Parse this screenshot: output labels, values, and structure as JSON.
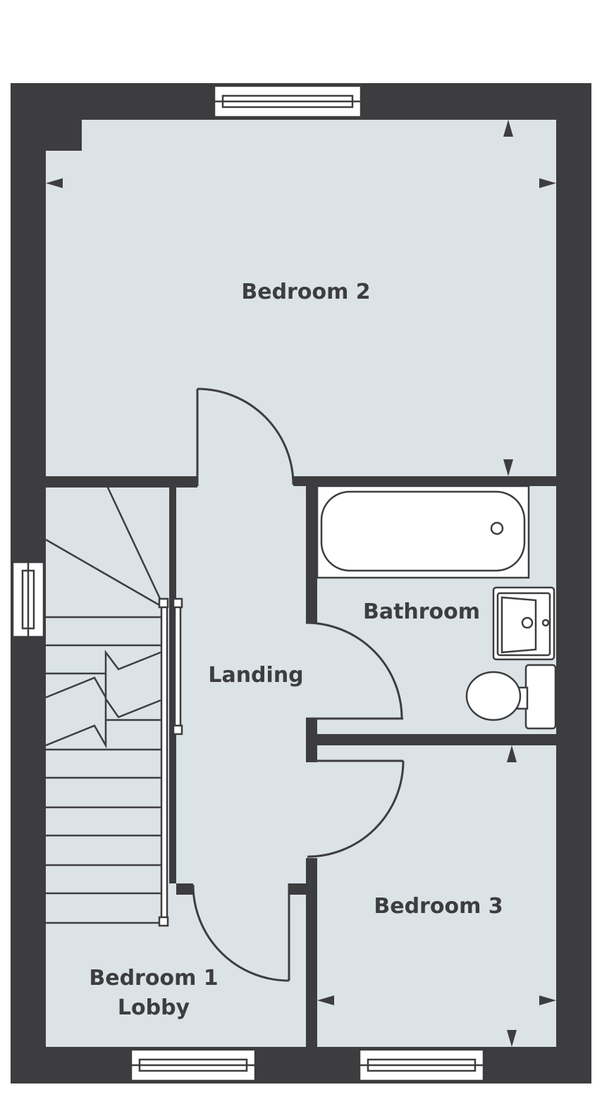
{
  "rooms": {
    "bedroom_2": "Bedroom 2",
    "bathroom": "Bathroom",
    "landing": "Landing",
    "bedroom_3": "Bedroom 3",
    "bedroom_1_lobby_line1": "Bedroom 1",
    "bedroom_1_lobby_line2": "Lobby"
  },
  "colors": {
    "wall": "#3d3d3f",
    "floor": "#dbe3e6",
    "background": "#ffffff"
  }
}
